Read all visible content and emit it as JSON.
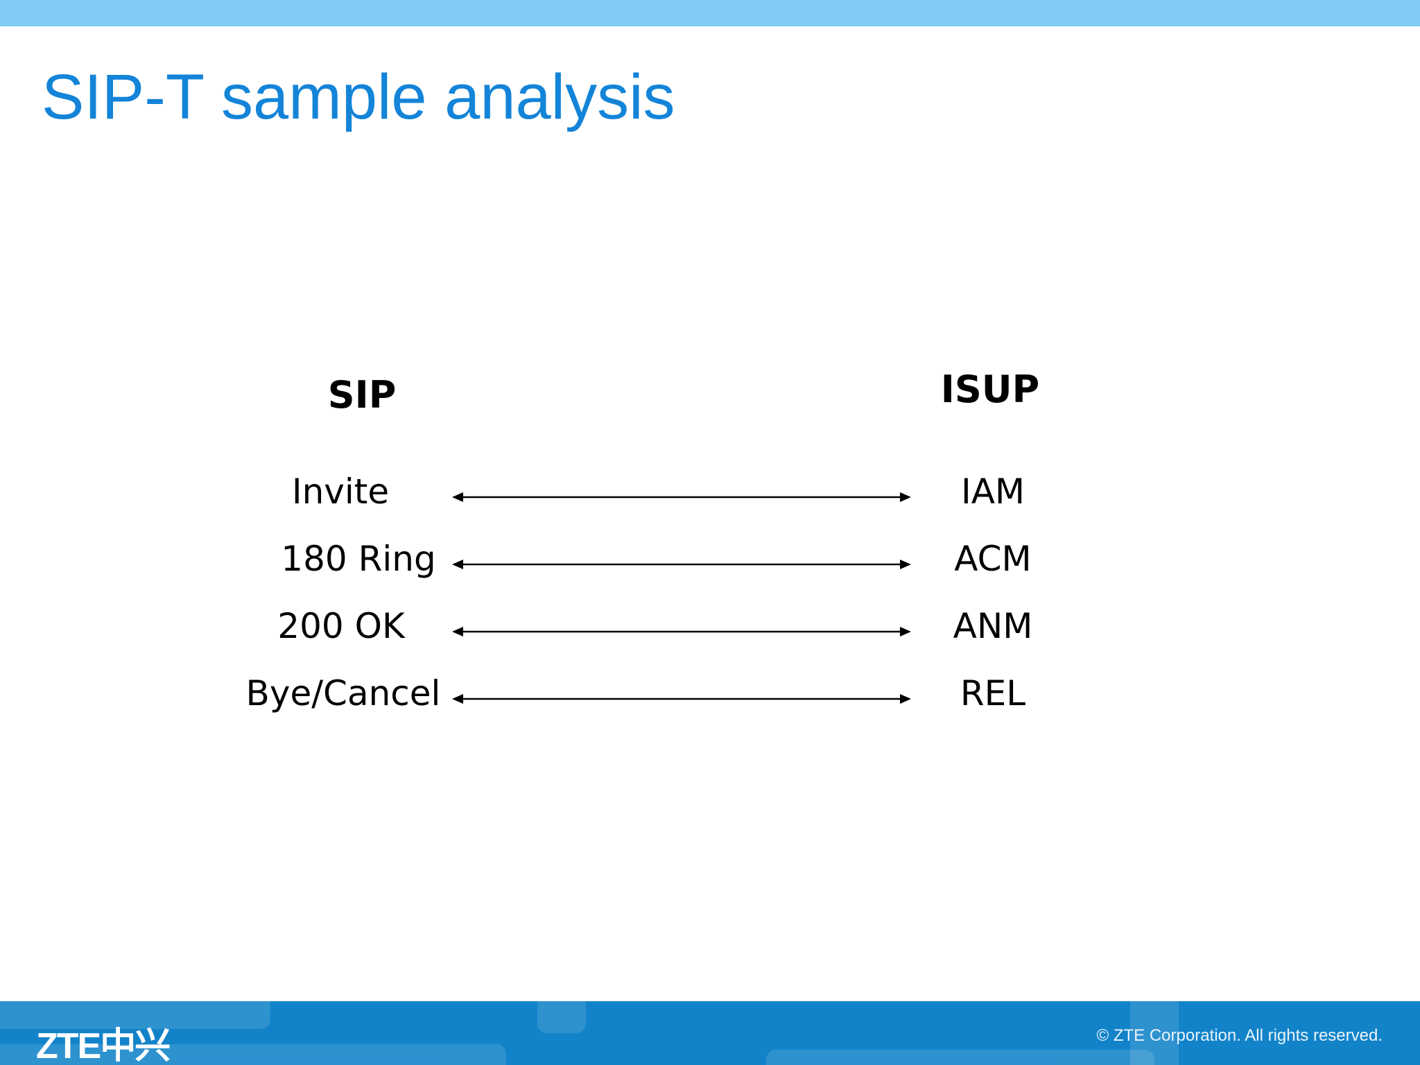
{
  "slide": {
    "title": "SIP-T sample analysis"
  },
  "diagram": {
    "left_header": "SIP",
    "right_header": "ISUP",
    "rows": [
      {
        "sip": "Invite",
        "isup": "IAM"
      },
      {
        "sip": "180 Ring",
        "isup": "ACM"
      },
      {
        "sip": "200 OK",
        "isup": "ANM"
      },
      {
        "sip": "Bye/Cancel",
        "isup": "REL"
      }
    ]
  },
  "footer": {
    "logo": "ZTE中兴",
    "copyright": "© ZTE Corporation. All rights reserved."
  },
  "colors": {
    "title": "#1384d8",
    "top_bar": "#80cbf4",
    "footer": "#1283c9"
  }
}
